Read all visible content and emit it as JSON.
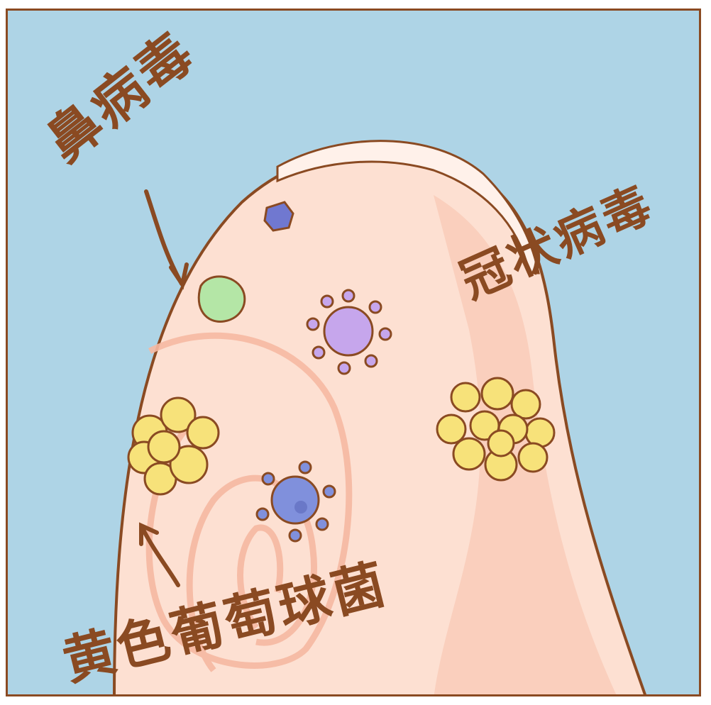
{
  "illustration": {
    "subject": "fingertip with microbes",
    "colors": {
      "background": "#aed4e6",
      "frame": "#8a4a22",
      "skin": "#fde0d2",
      "skin_shade": "#f8c8b4",
      "nail_highlight": "#fff1ea",
      "fingerprint": "#f6b9a2",
      "outline": "#8a4a22",
      "staph_yellow": "#f7e27a",
      "corona_purple": "#c6a6ec",
      "blue_virus": "#8090dc",
      "rhino_green": "#b4e6a6",
      "small_blue": "#7078d0"
    }
  },
  "labels": {
    "rhinovirus": "鼻病毒",
    "coronavirus": "冠状病毒",
    "staphylococcus": "黄色葡萄球菌"
  }
}
